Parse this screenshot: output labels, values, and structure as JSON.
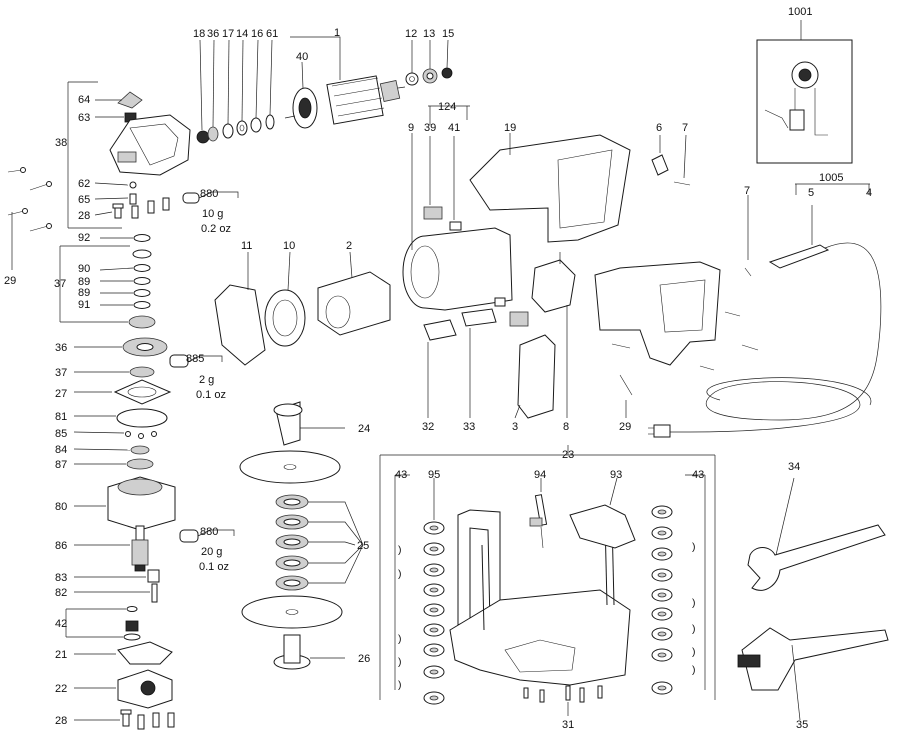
{
  "parts": {
    "p1": "1",
    "p2": "2",
    "p3": "3",
    "p4": "4",
    "p5": "5",
    "p6": "6",
    "p7": "7",
    "p8": "8",
    "p9": "9",
    "p10": "10",
    "p11": "11",
    "p12": "12",
    "p13": "13",
    "p14": "14",
    "p15": "15",
    "p16": "16",
    "p17": "17",
    "p18": "18",
    "p19": "19",
    "p21": "21",
    "p22": "22",
    "p23": "23",
    "p24": "24",
    "p25": "25",
    "p26": "26",
    "p27": "27",
    "p28": "28",
    "p29": "29",
    "p31": "31",
    "p32": "32",
    "p33": "33",
    "p34": "34",
    "p35": "35",
    "p36": "36",
    "p37": "37",
    "p38": "38",
    "p39": "39",
    "p40": "40",
    "p41": "41",
    "p42": "42",
    "p43": "43",
    "p61": "61",
    "p62": "62",
    "p63": "63",
    "p64": "64",
    "p65": "65",
    "p80": "80",
    "p81": "81",
    "p82": "82",
    "p83": "83",
    "p84": "84",
    "p85": "85",
    "p86": "86",
    "p87": "87",
    "p89": "89",
    "p90": "90",
    "p91": "91",
    "p92": "92",
    "p93": "93",
    "p94": "94",
    "p95": "95",
    "p124": "124",
    "p1001": "1001",
    "p1005": "1005"
  },
  "grease": [
    {
      "code": "880",
      "weight": "10 g",
      "ounces": "0.2 oz"
    },
    {
      "code": "885",
      "weight": "2 g",
      "ounces": "0.1 oz"
    },
    {
      "code": "880",
      "weight": "20 g",
      "ounces": "0.1 oz"
    }
  ]
}
